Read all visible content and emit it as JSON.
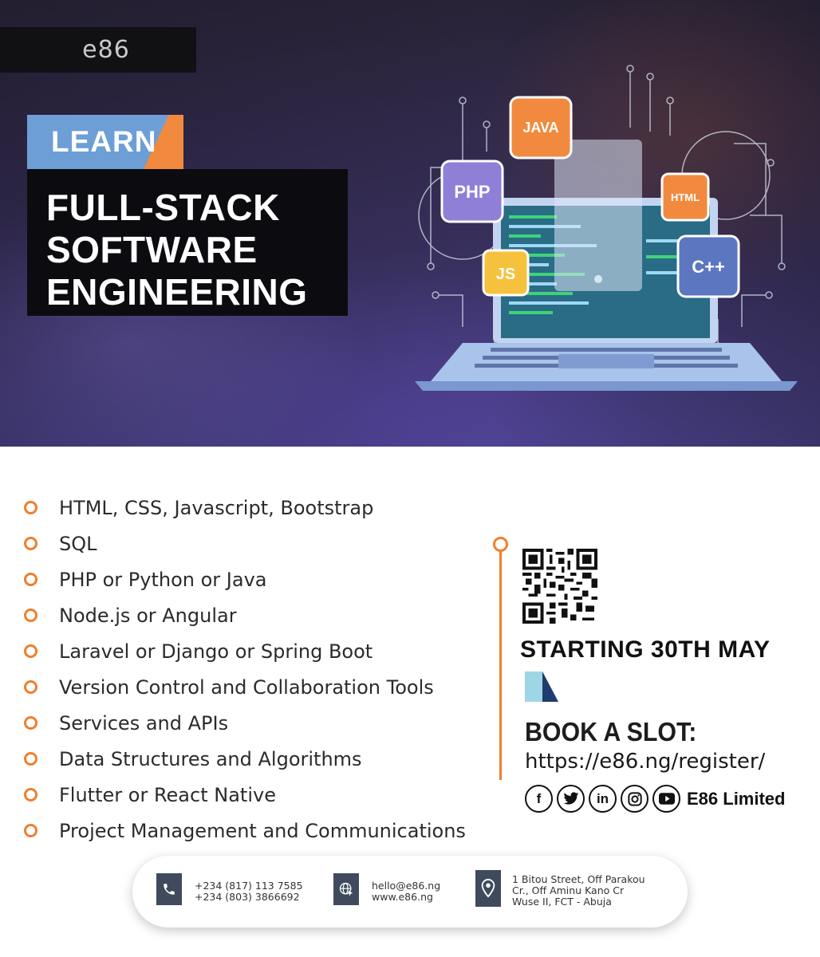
{
  "brand": {
    "logo": "e86"
  },
  "hero": {
    "learn": "LEARN",
    "title_lines": [
      "FULL-STACK",
      "SOFTWARE",
      "ENGINEERING"
    ],
    "tech_badges": {
      "java": "JAVA",
      "php": "PHP",
      "html": "HTML",
      "js": "JS",
      "cpp": "C++"
    }
  },
  "topics": [
    "HTML, CSS, Javascript, Bootstrap",
    "SQL",
    "PHP or Python or Java",
    "Node.js or Angular",
    "Laravel or Django or Spring Boot",
    "Version Control and Collaboration Tools",
    "Services and APIs",
    "Data Structures and Algorithms",
    "Flutter or React Native",
    "Project Management and Communications"
  ],
  "event": {
    "starting": "STARTING 30TH MAY",
    "book_label": "BOOK A SLOT:",
    "url": "https://e86.ng/register/"
  },
  "social": {
    "icons": [
      "facebook-icon",
      "twitter-icon",
      "linkedin-icon",
      "instagram-icon",
      "youtube-icon"
    ],
    "linkedin_glyph": "in",
    "facebook_glyph": "f",
    "company": "E86 Limited"
  },
  "contact": {
    "phone1": "+234 (817) 113 7585",
    "phone2": "+234 (803) 3866692",
    "email": "hello@e86.ng",
    "website": "www.e86.ng",
    "address1": "1 Bitou Street, Off Parakou",
    "address2": "Cr., Off Aminu Kano Cr",
    "address3": "Wuse II, FCT - Abuja"
  },
  "colors": {
    "accent_orange": "#ef7f2e",
    "accent_blue": "#6d9fd6",
    "dark": "#0c0c10",
    "hero_purple": "#4e4593",
    "icon_slate": "#3f4b5c"
  }
}
